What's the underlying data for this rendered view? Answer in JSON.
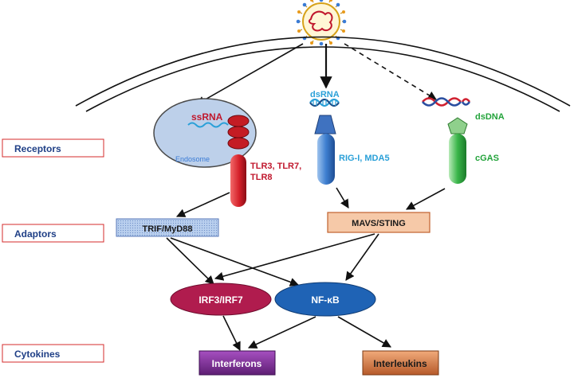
{
  "side_labels": {
    "receptors": "Receptors",
    "adaptors": "Adaptors",
    "cytokines": "Cytokines"
  },
  "endosome": {
    "nucleic_acid": "ssRNA",
    "compartment": "Endosome",
    "receptor_line1": "TLR3, TLR7,",
    "receptor_line2": "TLR8"
  },
  "cytosolic_rna": {
    "nucleic_acid": "dsRNA",
    "receptor": "RIG-I, MDA5"
  },
  "cytosolic_dna": {
    "nucleic_acid": "dsDNA",
    "receptor": "cGAS"
  },
  "adaptors": {
    "left": "TRIF/MyD88",
    "right": "MAVS/STING"
  },
  "transcription_factors": {
    "left": "IRF3/IRF7",
    "right": "NF-κB"
  },
  "cytokines": {
    "left": "Interferons",
    "right": "Interleukins"
  },
  "colors": {
    "ssrna_red": "#c0172d",
    "dsrna_blue": "#2aa0d8",
    "dsdna_green": "#22a33a",
    "endosome_fill": "#bdd0ea",
    "irf_fill": "#b01c4e",
    "nfkb_fill": "#1f63b5",
    "interferons_fill": "#7a2b91",
    "interleukins_fill": "#d27a42",
    "mavs_fill": "#f6c9a8",
    "trif_fill": "#a9c3e6"
  }
}
